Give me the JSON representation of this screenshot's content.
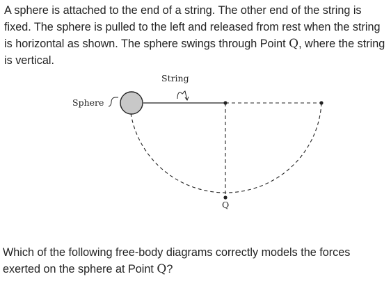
{
  "question": {
    "text": "A sphere is attached to the end of a string. The other end of the string is fixed. The sphere is pulled to the left and released from rest when the string is horizontal as shown. The sphere swings through Point ",
    "point_letter": "Q",
    "text_end": ", where the string is vertical."
  },
  "diagram": {
    "string_label": "String",
    "sphere_label": "Sphere",
    "point_label": "Q",
    "colors": {
      "sphere_fill": "#c8c8c8",
      "line": "#222222"
    }
  },
  "followup": {
    "text": "Which of the following free-body diagrams correctly models the forces exerted on the sphere at Point ",
    "point_letter": "Q",
    "text_end": "?"
  }
}
